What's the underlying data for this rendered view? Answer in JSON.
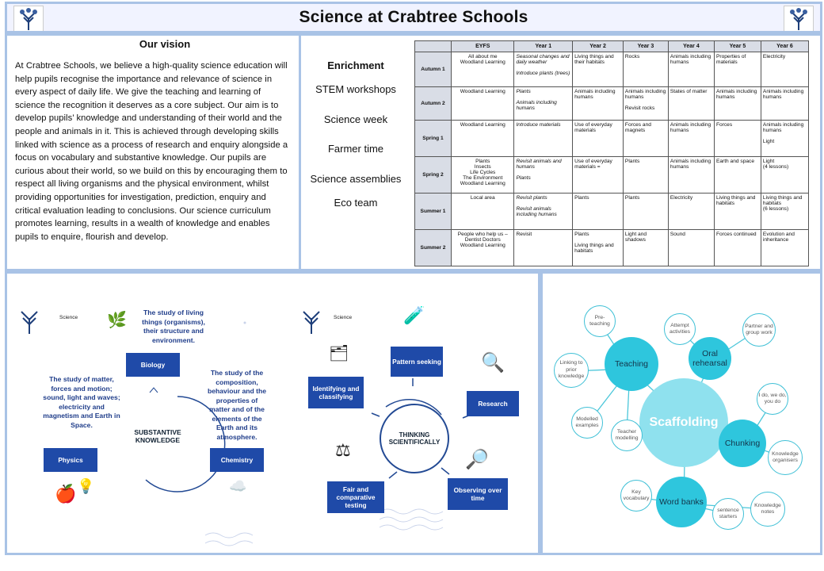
{
  "header": {
    "title": "Science at Crabtree Schools"
  },
  "vision": {
    "heading": "Our vision",
    "body": "At Crabtree Schools, we believe a high-quality science education will help pupils recognise the importance and relevance of science in every aspect of daily life.  We give the teaching and learning of science the  recognition it deserves as a core subject.  Our aim is to develop pupils’ knowledge and understanding of their world and the people and animals in it.  This is achieved through developing skills linked with science as a process of research and enquiry alongside a focus on vocabulary and substantive knowledge.   Our pupils are curious about their world, so we build on this by encouraging them  to respect all living organisms and the physical environment, whilst providing opportunities for investigation, prediction, enquiry and critical evaluation leading to conclusions.  Our science curriculum promotes  learning, results in a wealth of knowledge  and enables pupils to enquire, flourish and develop."
  },
  "enrichment": {
    "heading": "Enrichment",
    "items": [
      "STEM workshops",
      "Science week",
      "Farmer time",
      "Science assemblies",
      "Eco team"
    ]
  },
  "curriculum": {
    "columns": [
      "",
      "EYFS",
      "Year 1",
      "Year 2",
      "Year 3",
      "Year 4",
      "Year 5",
      "Year 6"
    ],
    "rows": [
      {
        "term": "Autumn 1",
        "cells": [
          "All about me\nWoodland Learning",
          "Seasonal changes and daily weather\n\nIntroduce plants (trees)",
          "Living things and their habitats",
          "Rocks",
          "Animals including humans",
          "Properties of materials",
          "Electricity"
        ]
      },
      {
        "term": "Autumn 2",
        "cells": [
          "Woodland Learning",
          "Plants\n\nAnimals including humans",
          "Animals including humans",
          "Animals including humans\n\nRevisit rocks",
          "States of matter",
          "Animals including humans",
          "Animals including humans"
        ]
      },
      {
        "term": "Spring 1",
        "cells": [
          "Woodland Learning",
          "Introduce materials",
          "Use of everyday materials",
          "Forces and magnets",
          "Animals including humans",
          "Forces",
          "Animals including humans\n\nLight"
        ]
      },
      {
        "term": "Spring 2",
        "cells": [
          "Plants\nInsects\nLife Cycles\nThe Environment\nWoodland Learning",
          "Revisit animals and humans\n\nPlants",
          "Use of everyday materials =",
          "Plants",
          "Animals including humans",
          "Earth and space",
          "Light\n(4 lessons)"
        ]
      },
      {
        "term": "Summer 1",
        "cells": [
          "Local area",
          "Revisit plants\n\nRevisit animals including humans",
          "Plants",
          "Plants",
          "Electricity",
          "Living things and habitats",
          "Living things and habitats\n(6 lessons)"
        ]
      },
      {
        "term": "Summer 2",
        "cells": [
          "People who help us – Dentist Doctors\nWoodland Learning",
          "Revisit",
          "Plants\n\nLiving things and habitats",
          "Light and shadows",
          "Sound",
          "Forces continued",
          "Evolution and inheritance"
        ]
      }
    ]
  },
  "substantive": {
    "science_label": "Science",
    "center": "SUBSTANTIVE\nKNOWLEDGE",
    "biology": {
      "label": "Biology",
      "desc": "The study of living things (organisms), their structure and environment."
    },
    "physics": {
      "label": "Physics",
      "desc": "The study of matter, forces and motion; sound, light and waves; electricity and magnetism and Earth in Space."
    },
    "chemistry": {
      "label": "Chemistry",
      "desc": "The study of  the composition, behaviour and the properties of matter and of the elements of the Earth and its atmosphere."
    }
  },
  "thinking": {
    "science_label": "Science",
    "center": "THINKING\nSCIENTIFICALLY",
    "items": [
      "Pattern seeking",
      "Identifying and classifying",
      "Research",
      "Fair and comparative testing",
      "Observing over time"
    ]
  },
  "scaffolding": {
    "center": "Scaffolding",
    "hubs": [
      "Teaching",
      "Oral rehearsal",
      "Chunking",
      "Word banks"
    ],
    "leaves": [
      "Pre- teaching",
      "Attempt activities",
      "Partner and group work",
      "Linking to prior knowledge",
      "I do, we do, you do",
      "Modelled examples",
      "Teacher modelling",
      "Knowledge organisers",
      "Key vocabulary",
      "sentence starters",
      "Knowledge notes"
    ]
  },
  "colors": {
    "accent": "#1f4aa8",
    "bubble": "#2ec6dd",
    "border": "#a9c3e6"
  }
}
